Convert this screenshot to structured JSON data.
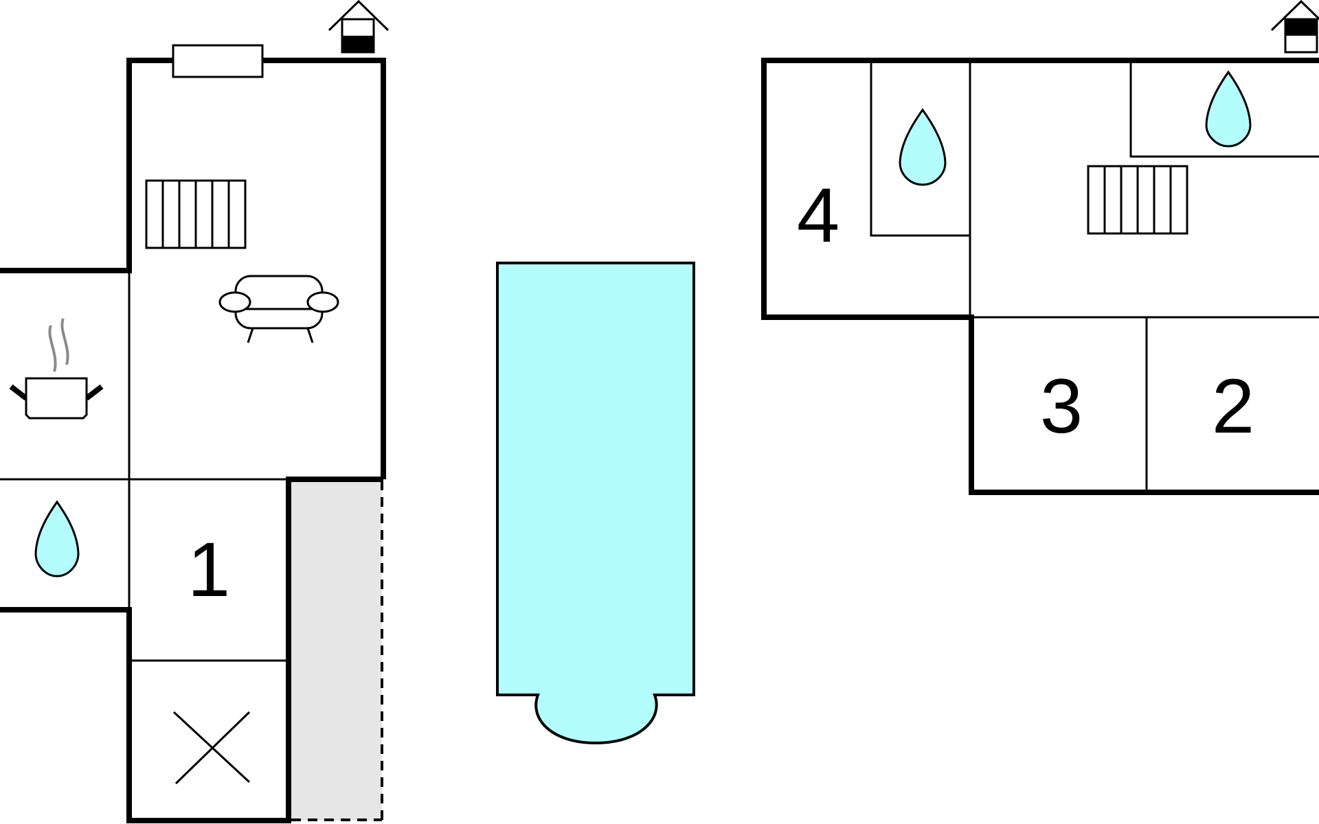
{
  "floorplan": {
    "room_numbers": [
      "1",
      "2",
      "3",
      "4"
    ],
    "colors": {
      "wall": "#000000",
      "water": "#b3fdfd",
      "terrace": "#e6e6e6",
      "steam": "#8a8a8a",
      "background": "#ffffff"
    },
    "icons": [
      "house-entrance-icon",
      "window-icon",
      "radiator-icon",
      "sofa-icon",
      "cooking-pot-icon",
      "water-drop-icon",
      "unused-room-cross-icon",
      "swimming-pool"
    ]
  }
}
